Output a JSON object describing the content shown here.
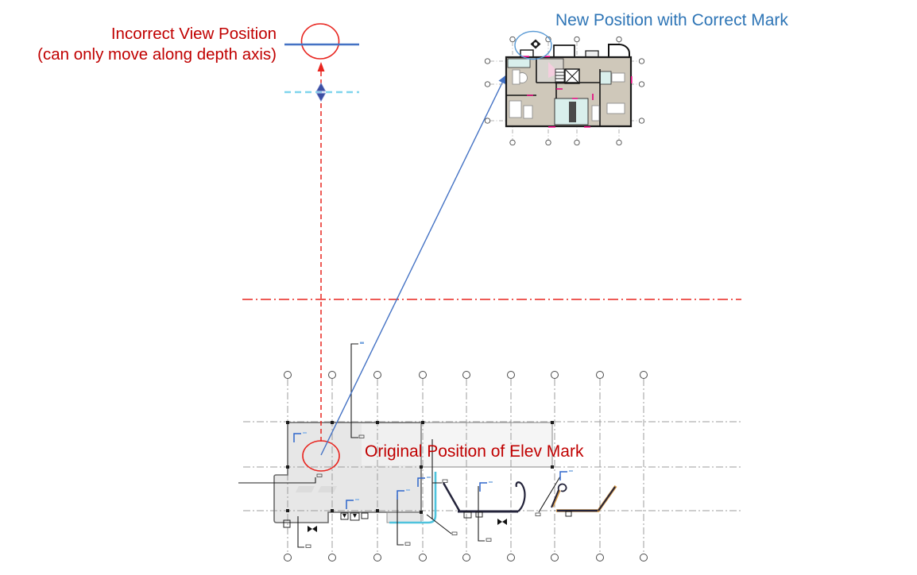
{
  "labels": {
    "incorrect_line1": "Incorrect View Position",
    "incorrect_line2": "(can only move along depth axis)",
    "new_position": "New Position with Correct Mark",
    "original_position": "Original Position of Elev Mark"
  },
  "icons": {
    "elevation_mark": "diamond-elevation-marker",
    "move_axis": "vertical-move-arrows",
    "leader_arrow": "blue-relocation-arrow"
  },
  "colors": {
    "red_text": "#C00000",
    "red_mark": "#E8251F",
    "blue_text": "#2E75B6",
    "blue_mark": "#4472C4",
    "blue_light": "#5B9BD5",
    "cyan_dash": "#7FD4EC",
    "move_glyph": "#3D4FA3",
    "grid": "#9E9E9E",
    "building_fill": "#E7E7E7",
    "building_edge": "#6A6A6A",
    "plan_tan": "#CFC8BA",
    "plan_cyan": "#D9EFEC",
    "magenta": "#E5007D",
    "cyan_wall": "#4FC3DD",
    "orange": "#D89A45",
    "dark": "#23233A"
  }
}
